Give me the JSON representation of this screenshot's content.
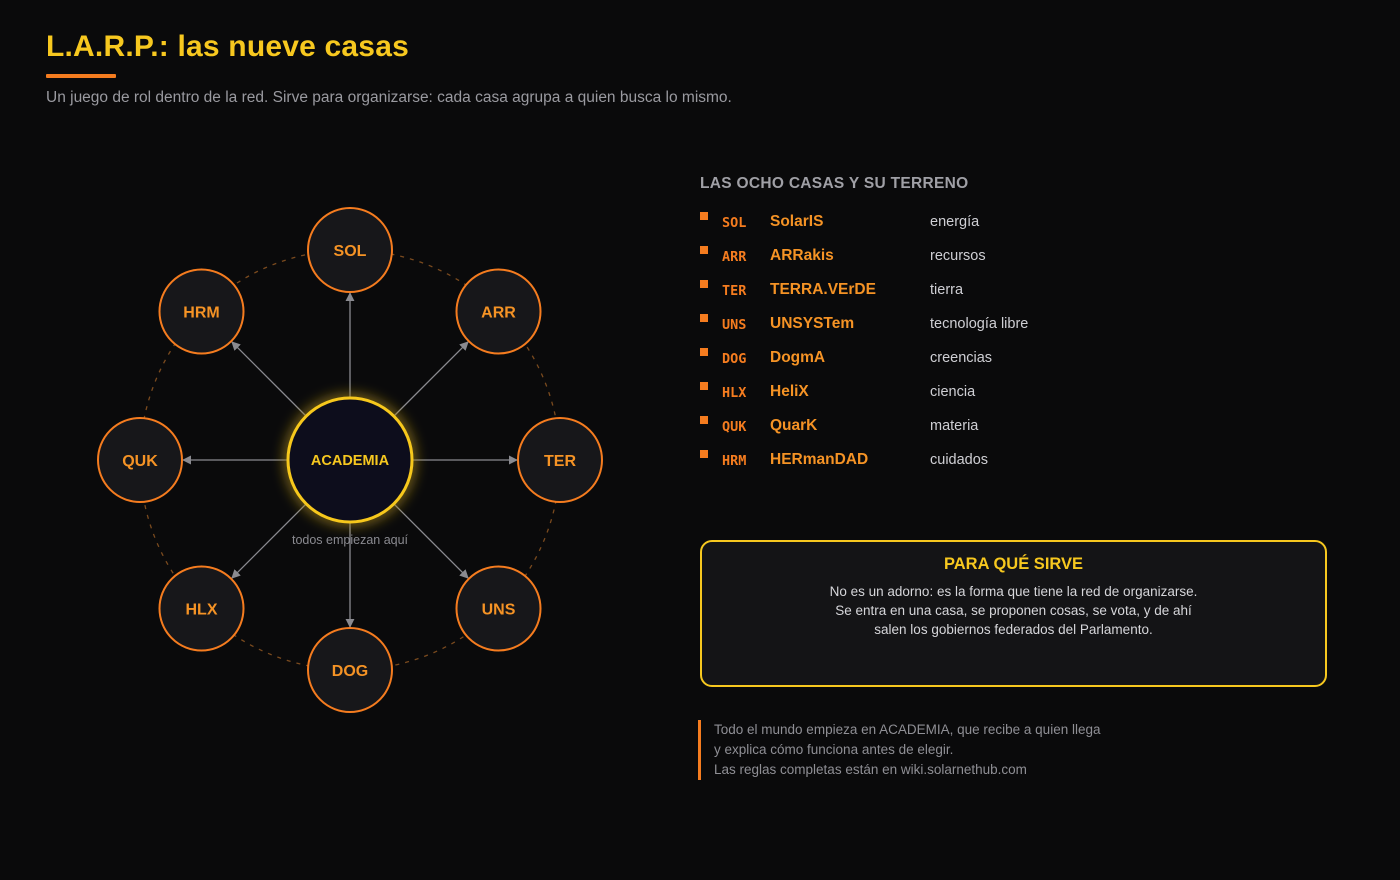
{
  "header": {
    "title": "L.A.R.P.: las nueve casas",
    "subtitle": "Un juego de rol dentro de la red. Sirve para organizarse: cada casa agrupa a quien busca lo mismo."
  },
  "colors": {
    "background": "#0a0a0b",
    "accent_yellow": "#f7c81f",
    "accent_orange": "#f57c1f",
    "node_fill": "#17171a",
    "center_fill": "#0d0d1a"
  },
  "diagram": {
    "center": {
      "label": "ACADEMIA",
      "caption": "todos empiezan aquí"
    },
    "nodes": [
      {
        "code": "SOL"
      },
      {
        "code": "ARR"
      },
      {
        "code": "TER"
      },
      {
        "code": "UNS"
      },
      {
        "code": "DOG"
      },
      {
        "code": "HLX"
      },
      {
        "code": "QUK"
      },
      {
        "code": "HRM"
      }
    ]
  },
  "houses": {
    "section_title": "LAS OCHO CASAS Y SU TERRENO",
    "items": [
      {
        "code": "SOL",
        "name": "SolarIS",
        "domain": "energía"
      },
      {
        "code": "ARR",
        "name": "ARRakis",
        "domain": "recursos"
      },
      {
        "code": "TER",
        "name": "TERRA.VErDE",
        "domain": "tierra"
      },
      {
        "code": "UNS",
        "name": "UNSYSTem",
        "domain": "tecnología libre"
      },
      {
        "code": "DOG",
        "name": "DogmA",
        "domain": "creencias"
      },
      {
        "code": "HLX",
        "name": "HeliX",
        "domain": "ciencia"
      },
      {
        "code": "QUK",
        "name": "QuarK",
        "domain": "materia"
      },
      {
        "code": "HRM",
        "name": "HERmanDAD",
        "domain": "cuidados"
      }
    ]
  },
  "purpose": {
    "title": "PARA QUÉ SIRVE",
    "lines": [
      "No es un adorno: es la forma que tiene la red de organizarse.",
      "Se entra en una casa, se proponen cosas, se vota, y de ahí",
      "salen los gobiernos federados del Parlamento."
    ]
  },
  "note": {
    "lines": [
      "Todo el mundo empieza en ACADEMIA, que recibe a quien llega",
      "y explica cómo funciona antes de elegir.",
      "Las reglas completas están en wiki.solarnethub.com"
    ]
  }
}
